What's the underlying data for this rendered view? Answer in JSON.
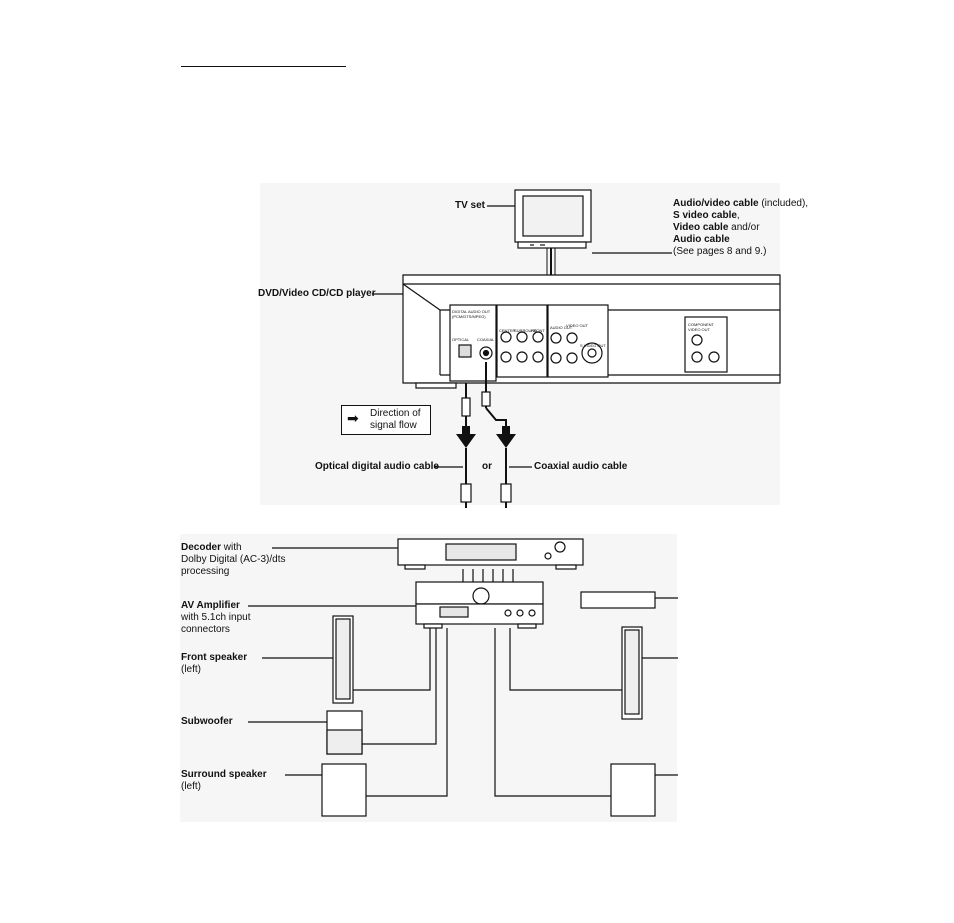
{
  "top_diagram": {
    "tv_set": "TV set",
    "cables_note": {
      "line1_bold": "Audio/video cable",
      "line1_rest": " (included),",
      "line2_bold": "S video cable",
      "line2_rest": ",",
      "line3_bold": "Video cable",
      "line3_rest": " and/or",
      "line4_bold": "Audio cable",
      "line5": "(See pages 8 and 9.)"
    },
    "player": "DVD/Video CD/CD player",
    "panel_labels": {
      "digital_audio_out": "DIGITAL AUDIO OUT (PCM/DTS/MPEG)",
      "optical": "OPTICAL",
      "coaxial": "COAXIAL",
      "center": "CENTER",
      "surround": "SURROUND",
      "front": "FRONT",
      "audio_out": "AUDIO OUT",
      "video_out": "VIDEO OUT",
      "s_video_out": "S VIDEO OUT",
      "component": "COMPONENT VIDEO OUT"
    },
    "signal_legend": {
      "line1": "Direction of",
      "line2": "signal flow"
    },
    "optical_cable": "Optical digital audio cable",
    "or": "or",
    "coaxial_cable": "Coaxial audio cable"
  },
  "bottom_diagram": {
    "decoder": {
      "bold": "Decoder",
      "rest": " with",
      "line2": "Dolby Digital (AC-3)/dts",
      "line3": "processing"
    },
    "amplifier": {
      "bold": "AV Amplifier",
      "line2": "with 5.1ch input",
      "line3": "connectors"
    },
    "front_speaker": {
      "bold": "Front speaker",
      "line2": "(left)"
    },
    "subwoofer": {
      "bold": "Subwoofer"
    },
    "surround_speaker": {
      "bold": "Surround speaker",
      "line2": "(left)"
    }
  }
}
